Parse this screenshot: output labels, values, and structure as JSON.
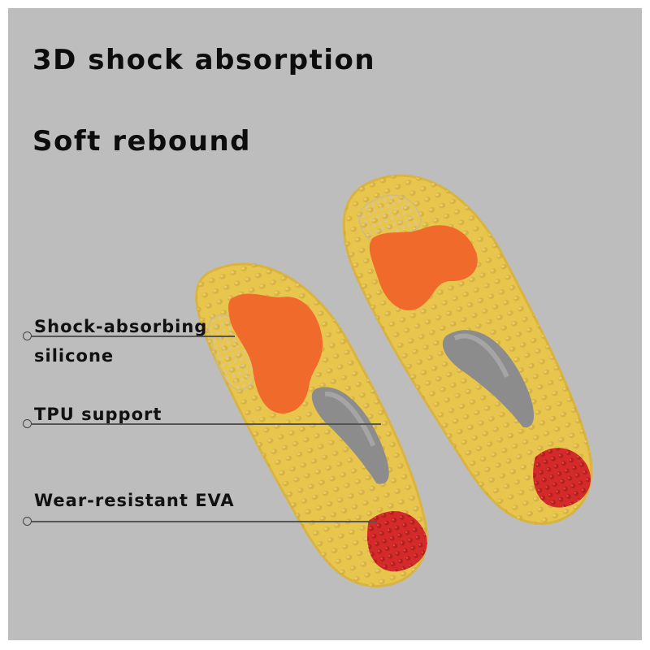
{
  "headlines": {
    "line1": "3D shock absorption",
    "line2": "Soft rebound"
  },
  "callouts": [
    {
      "label_line1": "Shock-absorbing",
      "label_line2": "silicone"
    },
    {
      "label_line1": "TPU support"
    },
    {
      "label_line1": "Wear-resistant EVA"
    }
  ],
  "colors": {
    "background": "#bdbdbd",
    "insole_base": "#e8c64e",
    "forefoot_pad": "#f06a2c",
    "arch_support": "#8c8c8c",
    "heel_pad": "#d42a2a",
    "silicone_pad": "#e6d6a8",
    "text": "#0d0d0d"
  }
}
